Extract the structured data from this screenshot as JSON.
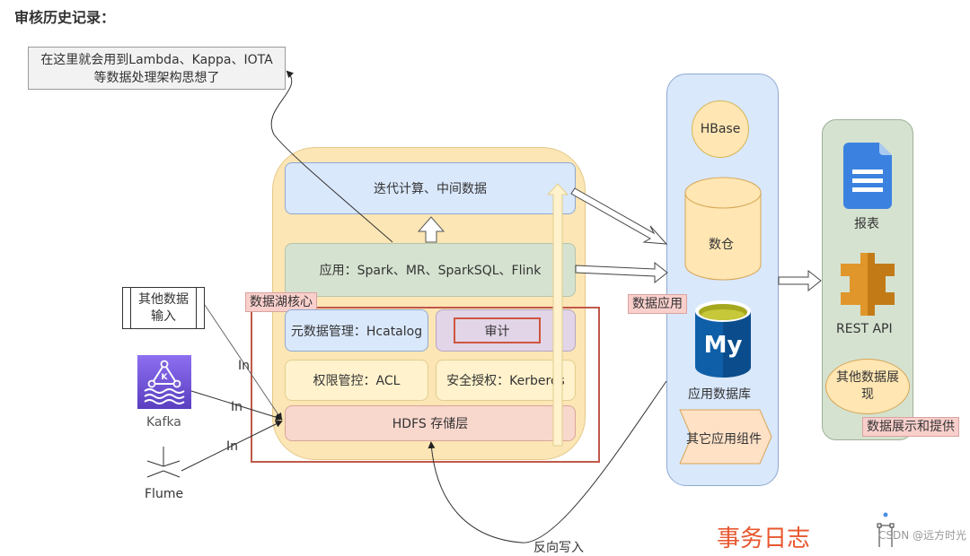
{
  "page_title": "审核历史记录：",
  "note": {
    "line1": "在这里就会用到Lambda、Kappa、IOTA",
    "line2": "等数据处理架构思想了"
  },
  "lake": {
    "iterative": "迭代计算、中间数据",
    "apps": "应用：Spark、MR、SparkSQL、Flink",
    "core_tag": "数据湖核心",
    "metadata": "元数据管理：Hcatalog",
    "audit": "审计",
    "acl": "权限管控：ACL",
    "kerberos": "安全授权：Kerberos",
    "hdfs": "HDFS 存储层"
  },
  "inputs": {
    "other_line1": "其他数据",
    "other_line2": "输入",
    "kafka": "Kafka",
    "flume": "Flume",
    "edge_label": "In"
  },
  "data_apps": {
    "tag": "数据应用",
    "hbase": "HBase",
    "warehouse": "数仓",
    "app_db": "应用数据库",
    "other_components": "其它应用组件",
    "mysql_glyph": "My"
  },
  "presentation": {
    "report": "报表",
    "rest_api": "REST API",
    "other_line1": "其他数据展",
    "other_line2": "现",
    "tag": "数据展示和提供"
  },
  "reverse_write": "反向写入",
  "transaction_log": "事务日志",
  "watermark": "CSDN @远方时光",
  "colors": {
    "lake_bg": "#fce6b5",
    "blue_fill": "#dae8fc",
    "green_fill": "#d5e2d0",
    "purple_fill": "#e1d5e7",
    "red_accent": "#e8572f",
    "kafka_purple": "#7b5fd6",
    "docs_blue": "#3b82e0",
    "api_orange": "#e0962a",
    "mysql_blue": "#0f5fa8"
  }
}
